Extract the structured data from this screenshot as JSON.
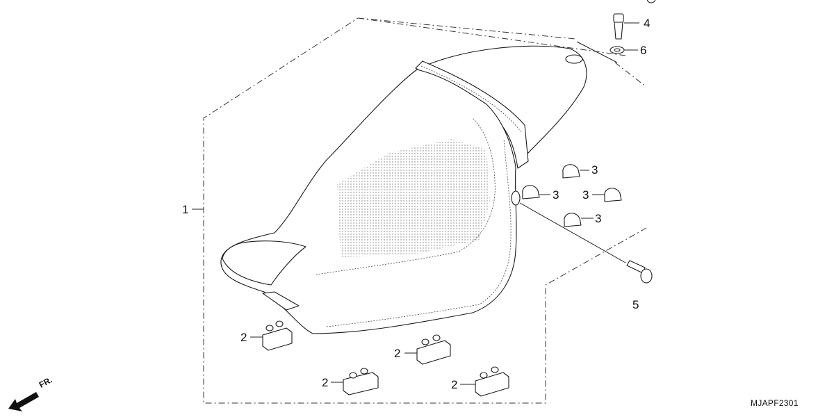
{
  "diagram": {
    "drawing_code": "MJAPF2301",
    "front_marker": "FR.",
    "callouts": [
      {
        "part": "1",
        "label": "1"
      },
      {
        "part": "2",
        "label": "2"
      },
      {
        "part": "2",
        "label": "2"
      },
      {
        "part": "2",
        "label": "2"
      },
      {
        "part": "2",
        "label": "2"
      },
      {
        "part": "3",
        "label": "3"
      },
      {
        "part": "3",
        "label": "3"
      },
      {
        "part": "3",
        "label": "3"
      },
      {
        "part": "3",
        "label": "3"
      },
      {
        "part": "4",
        "label": "4"
      },
      {
        "part": "5",
        "label": "5"
      },
      {
        "part": "6",
        "label": "6"
      }
    ]
  }
}
